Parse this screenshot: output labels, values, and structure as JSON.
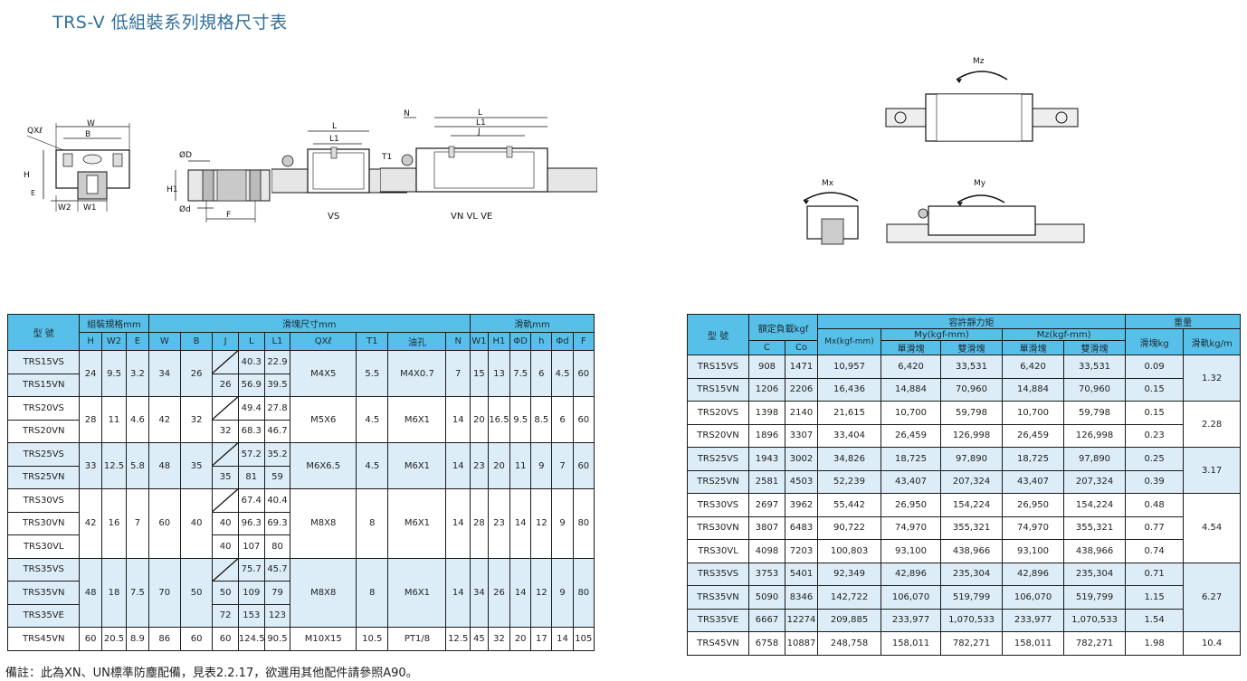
{
  "title": "TRS-V 低組裝系列規格尺寸表",
  "diagram_labels": {
    "qxl": "QXℓ",
    "w": "W",
    "b": "B",
    "h": "H",
    "e": "E",
    "w2": "W2",
    "w1": "W1",
    "od_big": "ØD",
    "od_small": "Ød",
    "h1": "H1",
    "f": "F",
    "l": "L",
    "l1": "L1",
    "j": "J",
    "t1": "T1",
    "n": "N",
    "vs": "VS",
    "vn": "VN VL VE",
    "mz": "Mz",
    "mx": "Mx",
    "my": "My"
  },
  "table1": {
    "head_model": "型 號",
    "head_group_assembly": "組裝規格mm",
    "head_group_block": "滑塊尺寸mm",
    "head_group_rail": "滑軌mm",
    "cols": [
      "H",
      "W2",
      "E",
      "W",
      "B",
      "J",
      "L",
      "L1",
      "QXℓ",
      "T1",
      "油孔",
      "N",
      "W1",
      "H1",
      "ΦD",
      "h",
      "Φd",
      "F"
    ],
    "rows": [
      {
        "model": "TRS15VS",
        "J": "",
        "L": "40.3",
        "L1": "22.9"
      },
      {
        "model": "TRS15VN",
        "J": "26",
        "L": "56.9",
        "L1": "39.5"
      },
      {
        "model": "TRS20VS",
        "J": "",
        "L": "49.4",
        "L1": "27.8"
      },
      {
        "model": "TRS20VN",
        "J": "32",
        "L": "68.3",
        "L1": "46.7"
      },
      {
        "model": "TRS25VS",
        "J": "",
        "L": "57.2",
        "L1": "35.2"
      },
      {
        "model": "TRS25VN",
        "J": "35",
        "L": "81",
        "L1": "59"
      },
      {
        "model": "TRS30VS",
        "J": "",
        "L": "67.4",
        "L1": "40.4"
      },
      {
        "model": "TRS30VN",
        "J": "40",
        "L": "96.3",
        "L1": "69.3"
      },
      {
        "model": "TRS30VL",
        "J": "40",
        "L": "107",
        "L1": "80"
      },
      {
        "model": "TRS35VS",
        "J": "",
        "L": "75.7",
        "L1": "45.7"
      },
      {
        "model": "TRS35VN",
        "J": "50",
        "L": "109",
        "L1": "79"
      },
      {
        "model": "TRS35VE",
        "J": "72",
        "L": "153",
        "L1": "123"
      },
      {
        "model": "TRS45VN",
        "J": "60",
        "L": "124.5",
        "L1": "90.5"
      }
    ],
    "groups": [
      {
        "H": "24",
        "W2": "9.5",
        "E": "3.2",
        "W": "34",
        "B": "26",
        "QXL": "M4X5",
        "T1": "5.5",
        "oil": "M4X0.7",
        "N": "7",
        "W1": "15",
        "H1": "13",
        "PD": "7.5",
        "h": "6",
        "Pd": "4.5",
        "F": "60"
      },
      {
        "H": "28",
        "W2": "11",
        "E": "4.6",
        "W": "42",
        "B": "32",
        "QXL": "M5X6",
        "T1": "4.5",
        "oil": "M6X1",
        "N": "14",
        "W1": "20",
        "H1": "16.5",
        "PD": "9.5",
        "h": "8.5",
        "Pd": "6",
        "F": "60"
      },
      {
        "H": "33",
        "W2": "12.5",
        "E": "5.8",
        "W": "48",
        "B": "35",
        "QXL": "M6X6.5",
        "T1": "4.5",
        "oil": "M6X1",
        "N": "14",
        "W1": "23",
        "H1": "20",
        "PD": "11",
        "h": "9",
        "Pd": "7",
        "F": "60"
      },
      {
        "H": "42",
        "W2": "16",
        "E": "7",
        "W": "60",
        "B": "40",
        "QXL": "M8X8",
        "T1": "8",
        "oil": "M6X1",
        "N": "14",
        "W1": "28",
        "H1": "23",
        "PD": "14",
        "h": "12",
        "Pd": "9",
        "F": "80"
      },
      {
        "H": "48",
        "W2": "18",
        "E": "7.5",
        "W": "70",
        "B": "50",
        "QXL": "M8X8",
        "T1": "8",
        "oil": "M6X1",
        "N": "14",
        "W1": "34",
        "H1": "26",
        "PD": "14",
        "h": "12",
        "Pd": "9",
        "F": "80"
      },
      {
        "H": "60",
        "W2": "20.5",
        "E": "8.9",
        "W": "86",
        "B": "60",
        "QXL": "M10X15",
        "T1": "10.5",
        "oil": "PT1/8",
        "N": "12.5",
        "W1": "45",
        "H1": "32",
        "PD": "20",
        "h": "17",
        "Pd": "14",
        "F": "105"
      }
    ]
  },
  "table2": {
    "head_model": "型 號",
    "head_rated_load": "額定負載kgf",
    "head_c": "C",
    "head_co": "Co",
    "head_moment": "容許靜力矩",
    "head_mx": "Mx(kgf-mm)",
    "head_my": "My(kgf-mm)",
    "head_mz": "Mz(kgf-mm)",
    "head_single": "單滑塊",
    "head_double": "雙滑塊",
    "head_weight": "重量",
    "head_block_kg": "滑塊kg",
    "head_rail_kg": "滑軌kg/m",
    "rows": [
      {
        "model": "TRS15VS",
        "C": "908",
        "Co": "1471",
        "Mx": "10,957",
        "My1": "6,420",
        "My2": "33,531",
        "Mz1": "6,420",
        "Mz2": "33,531",
        "block": "0.09"
      },
      {
        "model": "TRS15VN",
        "C": "1206",
        "Co": "2206",
        "Mx": "16,436",
        "My1": "14,884",
        "My2": "70,960",
        "Mz1": "14,884",
        "Mz2": "70,960",
        "block": "0.15"
      },
      {
        "model": "TRS20VS",
        "C": "1398",
        "Co": "2140",
        "Mx": "21,615",
        "My1": "10,700",
        "My2": "59,798",
        "Mz1": "10,700",
        "Mz2": "59,798",
        "block": "0.15"
      },
      {
        "model": "TRS20VN",
        "C": "1896",
        "Co": "3307",
        "Mx": "33,404",
        "My1": "26,459",
        "My2": "126,998",
        "Mz1": "26,459",
        "Mz2": "126,998",
        "block": "0.23"
      },
      {
        "model": "TRS25VS",
        "C": "1943",
        "Co": "3002",
        "Mx": "34,826",
        "My1": "18,725",
        "My2": "97,890",
        "Mz1": "18,725",
        "Mz2": "97,890",
        "block": "0.25"
      },
      {
        "model": "TRS25VN",
        "C": "2581",
        "Co": "4503",
        "Mx": "52,239",
        "My1": "43,407",
        "My2": "207,324",
        "Mz1": "43,407",
        "Mz2": "207,324",
        "block": "0.39"
      },
      {
        "model": "TRS30VS",
        "C": "2697",
        "Co": "3962",
        "Mx": "55,442",
        "My1": "26,950",
        "My2": "154,224",
        "Mz1": "26,950",
        "Mz2": "154,224",
        "block": "0.48"
      },
      {
        "model": "TRS30VN",
        "C": "3807",
        "Co": "6483",
        "Mx": "90,722",
        "My1": "74,970",
        "My2": "355,321",
        "Mz1": "74,970",
        "Mz2": "355,321",
        "block": "0.77"
      },
      {
        "model": "TRS30VL",
        "C": "4098",
        "Co": "7203",
        "Mx": "100,803",
        "My1": "93,100",
        "My2": "438,966",
        "Mz1": "93,100",
        "Mz2": "438,966",
        "block": "0.74"
      },
      {
        "model": "TRS35VS",
        "C": "3753",
        "Co": "5401",
        "Mx": "92,349",
        "My1": "42,896",
        "My2": "235,304",
        "Mz1": "42,896",
        "Mz2": "235,304",
        "block": "0.71"
      },
      {
        "model": "TRS35VN",
        "C": "5090",
        "Co": "8346",
        "Mx": "142,722",
        "My1": "106,070",
        "My2": "519,799",
        "Mz1": "106,070",
        "Mz2": "519,799",
        "block": "1.15"
      },
      {
        "model": "TRS35VE",
        "C": "6667",
        "Co": "12274",
        "Mx": "209,885",
        "My1": "233,977",
        "My2": "1,070,533",
        "Mz1": "233,977",
        "Mz2": "1,070,533",
        "block": "1.54"
      },
      {
        "model": "TRS45VN",
        "C": "6758",
        "Co": "10887",
        "Mx": "248,758",
        "My1": "158,011",
        "My2": "782,271",
        "Mz1": "158,011",
        "Mz2": "782,271",
        "block": "1.98"
      }
    ],
    "rail_weights": [
      "1.32",
      "2.28",
      "3.17",
      "4.54",
      "6.27",
      "10.4"
    ]
  },
  "footnote": "備註：此為XN、UN標準防塵配備，見表2.2.17，欲選用其他配件請參照A90。",
  "colors": {
    "header_blue": "#57c0e8",
    "band_blue": "#dcedf7",
    "title_blue": "#2f6f9a"
  }
}
